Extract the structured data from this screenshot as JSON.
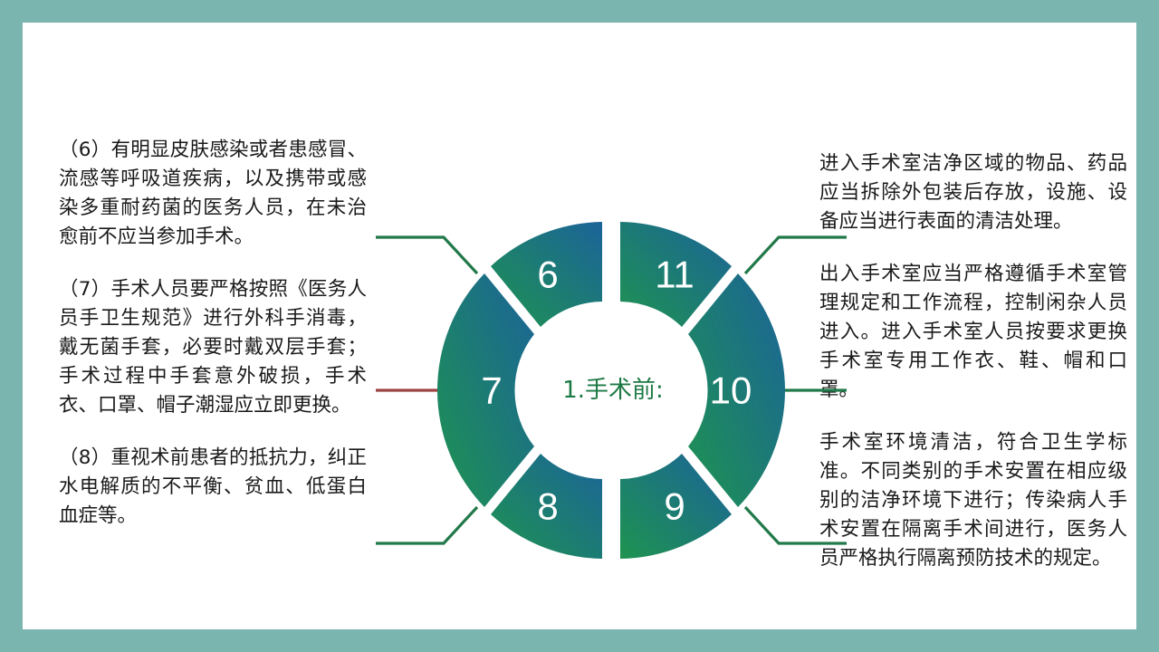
{
  "slide": {
    "frame_color": "#7AB5AF",
    "background_color": "#FFFFFF"
  },
  "diagram": {
    "center_label": "1.手术前:",
    "center_label_color": "#1E7A45",
    "gradient_start": "#1E9350",
    "gradient_end": "#1B6399",
    "connector_color": "#22794A",
    "connector_alt_color": "#9E4343",
    "segments": [
      {
        "name": "segment-6",
        "number": "6"
      },
      {
        "name": "segment-11",
        "number": "11"
      },
      {
        "name": "segment-7",
        "number": "7"
      },
      {
        "name": "segment-10",
        "number": "10"
      },
      {
        "name": "segment-8",
        "number": "8"
      },
      {
        "name": "segment-9",
        "number": "9"
      }
    ]
  },
  "left_column": {
    "paragraphs": [
      "（6）有明显皮肤感染或者患感冒、流感等呼吸道疾病，以及携带或感染多重耐药菌的医务人员，在未治愈前不应当参加手术。",
      "（7）手术人员要严格按照《医务人员手卫生规范》进行外科手消毒，戴无菌手套，必要时戴双层手套；手术过程中手套意外破损，手术衣、口罩、帽子潮湿应立即更换。",
      "（8）重视术前患者的抵抗力，纠正水电解质的不平衡、贫血、低蛋白血症等。"
    ]
  },
  "right_column": {
    "paragraphs": [
      "进入手术室洁净区域的物品、药品应当拆除外包装后存放，设施、设备应当进行表面的清洁处理。",
      "出入手术室应当严格遵循手术室管理规定和工作流程，控制闲杂人员进入。进入手术室人员按要求更换手术室专用工作衣、鞋、帽和口罩。",
      "手术室环境清洁，符合卫生学标准。不同类别的手术安置在相应级别的洁净环境下进行；传染病人手术安置在隔离手术间进行，医务人员严格执行隔离预防技术的规定。"
    ]
  }
}
